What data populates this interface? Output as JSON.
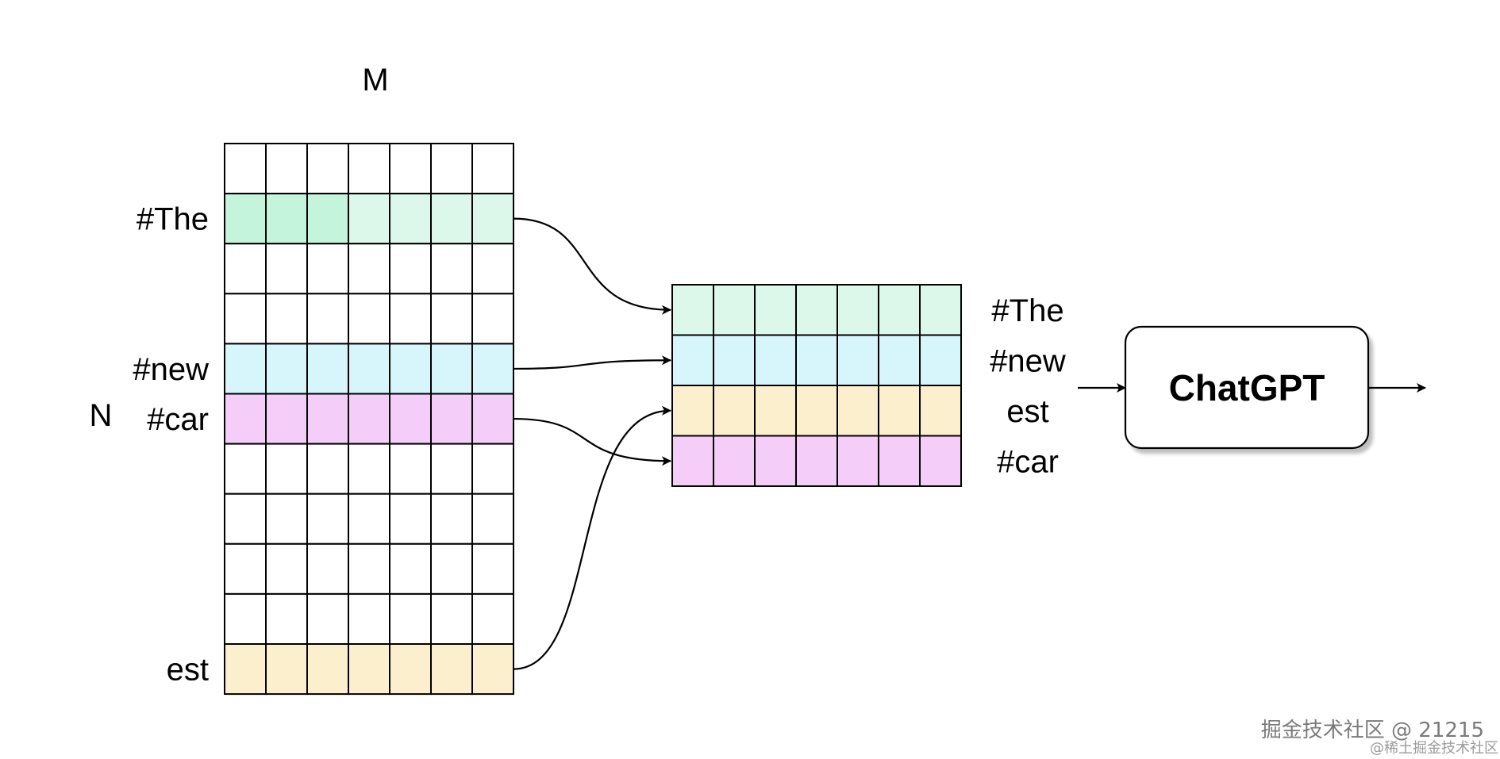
{
  "matrix": {
    "dim_columns_label": "M",
    "dim_rows_label": "N",
    "row_count": 11,
    "col_count": 7,
    "highlighted_rows": [
      {
        "row": 1,
        "label": "#The",
        "color": "#dcf8ea",
        "accent_color": "#c4f4dc",
        "accent_cols": 3
      },
      {
        "row": 4,
        "label": "#new",
        "color": "#d6f6fb"
      },
      {
        "row": 5,
        "label": "#car",
        "color": "#f5cdf9"
      },
      {
        "row": 10,
        "label": "est",
        "color": "#fcefcd"
      }
    ]
  },
  "selected": {
    "col_count": 7,
    "rows": [
      {
        "label": "#The",
        "color": "#dcf8ea",
        "source_row": 1
      },
      {
        "label": "#new",
        "color": "#d6f6fb",
        "source_row": 4
      },
      {
        "label": "est",
        "color": "#fcefcd",
        "source_row": 10
      },
      {
        "label": "#car",
        "color": "#f5cdf9",
        "source_row": 5
      }
    ]
  },
  "model": {
    "label": "ChatGPT"
  },
  "watermark": {
    "main": "掘金技术社区 @ 21215",
    "sub": "@稀土掘金技术社区"
  }
}
